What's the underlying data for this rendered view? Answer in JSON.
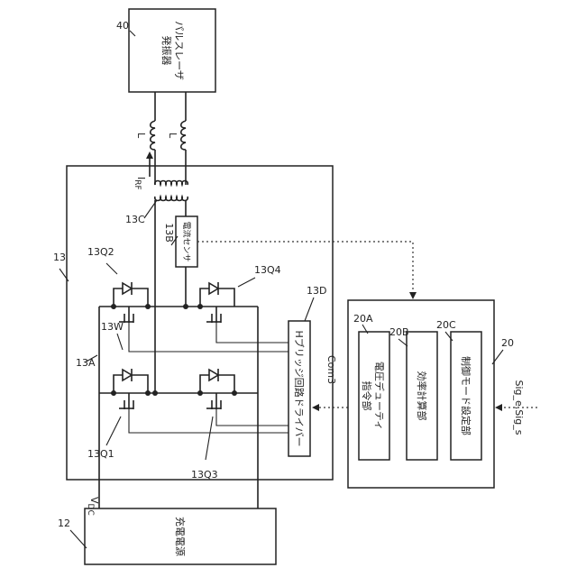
{
  "components": {
    "laser": {
      "ref": "40",
      "line1": "パルスレーザ",
      "line2": "発振器"
    },
    "inductor_label": "L",
    "current_label": "I",
    "current_sub": "RF",
    "transformer_ref": "13C",
    "sensor_ref": "13B",
    "sensor_text": "電流センサ",
    "inverter_ref": "13",
    "bridge_ref": "13A",
    "q1_ref": "13Q1",
    "q2_ref": "13Q2",
    "q3_ref": "13Q3",
    "q4_ref": "13Q4",
    "w_ref": "13W",
    "driver_ref": "13D",
    "driver_text": "Hブリッジ回路ドライバー",
    "com_label": "Com3",
    "controller_ref": "20",
    "block_a_ref": "20A",
    "block_a_line1": "電圧デューティ",
    "block_a_line2": "指令部",
    "block_b_ref": "20B",
    "block_b_text": "効率計算部",
    "block_c_ref": "20C",
    "block_c_text": "制御モード設定部",
    "sig_label": "Sig_e,Sig_s",
    "supply_ref": "12",
    "supply_text": "充電電源",
    "vdc_label": "V",
    "vdc_sub": "DC"
  }
}
